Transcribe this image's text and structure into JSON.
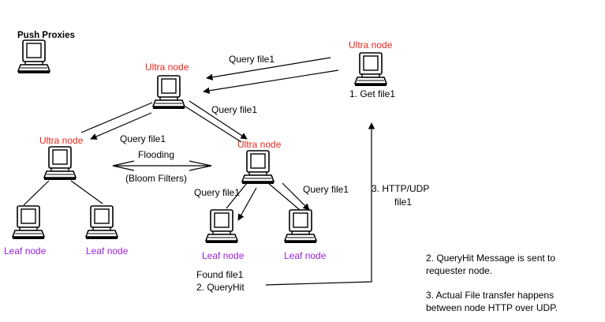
{
  "title": "Push Proxies",
  "colors": {
    "ultra": "#e8261c",
    "leaf": "#9a1fd6",
    "line": "#000000"
  },
  "nodes": {
    "requester_label": "Ultra node",
    "requester_caption": "1. Get file1",
    "top_label": "Ultra node",
    "left_label": "Ultra node",
    "mid_label": "Ultra node",
    "leaf1_label": "Leaf node",
    "leaf2_label": "Leaf node",
    "leaf3_label": "Leaf node",
    "leaf4_label": "Leaf node",
    "found_line1": "Found file1",
    "found_line2": "2. QueryHit"
  },
  "edges": {
    "q_top": "Query file1",
    "q_mid": "Query file1",
    "q_left": "Query file1",
    "flooding": "Flooding",
    "bloom": "(Bloom Filters)",
    "q_leaf3": "Query file1",
    "q_leaf4": "Query file1",
    "transfer_line1": "3. HTTP/UDP",
    "transfer_line2": "file1"
  },
  "notes": {
    "n2_line1": "2. QueryHit Message is sent to",
    "n2_line2": "requester node.",
    "n3_line1": "3. Actual File transfer happens",
    "n3_line2": "between node HTTP over UDP."
  }
}
